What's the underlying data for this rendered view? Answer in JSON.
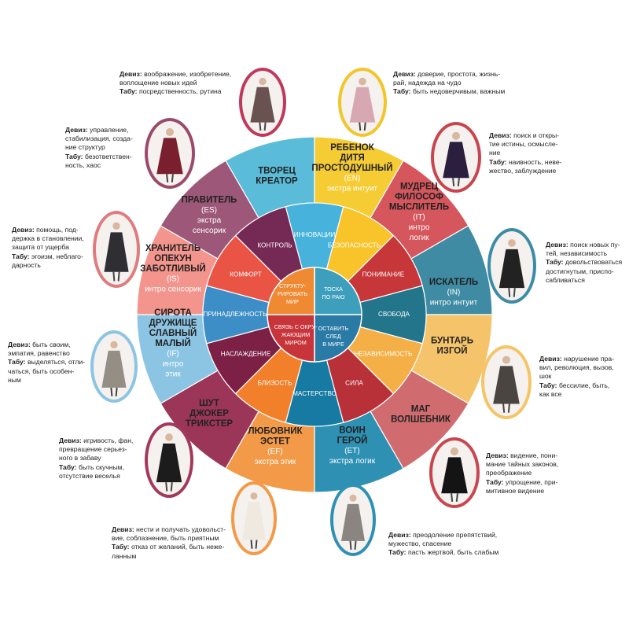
{
  "outer_ring": [
    {
      "id": "creator",
      "color": "#5bbcd9",
      "lines": [
        "ТВОРЕЦ",
        "КРЕАТОР"
      ],
      "code": "",
      "sub": []
    },
    {
      "id": "innocent",
      "color": "#f5cc34",
      "lines": [
        "РЕБЕНОК",
        "ДИТЯ",
        "ПРОСТОДУШНЫЙ"
      ],
      "code": "(EN)",
      "sub": [
        "экстра интуит"
      ]
    },
    {
      "id": "sage",
      "color": "#d5565d",
      "lines": [
        "МУДРЕЦ",
        "ФИЛОСОФ",
        "МЫСЛИТЕЛЬ"
      ],
      "code": "(IT)",
      "sub": [
        "интро",
        "логик"
      ]
    },
    {
      "id": "explorer",
      "color": "#3e8ba3",
      "lines": [
        "ИСКАТЕЛЬ"
      ],
      "code": "(IN)",
      "sub": [
        "интро интуит"
      ]
    },
    {
      "id": "rebel",
      "color": "#f5c46a",
      "lines": [
        "БУНТАРЬ",
        "ИЗГОЙ"
      ],
      "code": "",
      "sub": []
    },
    {
      "id": "magician",
      "color": "#d06c6f",
      "lines": [
        "МАГ",
        "ВОЛШЕБНИК"
      ],
      "code": "",
      "sub": []
    },
    {
      "id": "hero",
      "color": "#2e91b4",
      "lines": [
        "ВОИН",
        "ГЕРОЙ"
      ],
      "code": "(ET)",
      "sub": [
        "экстра логик"
      ]
    },
    {
      "id": "lover",
      "color": "#f39a49",
      "lines": [
        "ЛЮБОВНИК",
        "ЭСТЕТ"
      ],
      "code": "(EF)",
      "sub": [
        "экстра этик"
      ]
    },
    {
      "id": "jester",
      "color": "#9c3658",
      "lines": [
        "ШУТ",
        "ДЖОКЕР",
        "ТРИКСТЕР"
      ],
      "code": "",
      "sub": []
    },
    {
      "id": "orphan",
      "color": "#8cc5e4",
      "lines": [
        "СИРОТА",
        "ДРУЖИЩЕ",
        "СЛАВНЫЙ",
        "МАЛЫЙ"
      ],
      "code": "(IF)",
      "sub": [
        "интро",
        "этик"
      ]
    },
    {
      "id": "caregiver",
      "color": "#f3958d",
      "lines": [
        "ХРАНИТЕЛЬ",
        "ОПЕКУН",
        "ЗАБОТЛИВЫЙ"
      ],
      "code": "(IS)",
      "sub": [
        "интро сенсорик"
      ]
    },
    {
      "id": "ruler",
      "color": "#9c5779",
      "lines": [
        "ПРАВИТЕЛЬ"
      ],
      "code": "(ES)",
      "sub": [
        "экстра",
        "сенсорик"
      ]
    }
  ],
  "inner_ring": [
    {
      "label": "ИННОВАЦИИ",
      "color": "#47b2dc"
    },
    {
      "label": "БЕЗОПАСНОСТЬ",
      "color": "#f8c42a"
    },
    {
      "label": "ПОНИМАНИЕ",
      "color": "#c73638"
    },
    {
      "label": "СВОБОДА",
      "color": "#23758c"
    },
    {
      "label": "НЕЗАВИСИМОСТЬ",
      "color": "#f4b046"
    },
    {
      "label": "СИЛА",
      "color": "#b83038"
    },
    {
      "label": "МАСТЕРСТВО",
      "color": "#167aa2"
    },
    {
      "label": "БЛИЗОСТЬ",
      "color": "#f2802b"
    },
    {
      "label": "НАСЛАЖДЕНИЕ",
      "color": "#7c2045"
    },
    {
      "label": "ПРИНАДЛЕЖНОСТЬ",
      "color": "#3d8ec7"
    },
    {
      "label": "КОМФОРТ",
      "color": "#ea5445"
    },
    {
      "label": "КОНТРОЛЬ",
      "color": "#752a55"
    }
  ],
  "center": [
    {
      "lines": [
        "ТОСКА",
        "ПО РАЮ"
      ],
      "color": "#3d9fbb"
    },
    {
      "lines": [
        "ОСТАВИТЬ",
        "СЛЕД",
        "В МИРЕ"
      ],
      "color": "#2a7aa6"
    },
    {
      "lines": [
        "СВЯЗЬ С ОКРУ-",
        "ЖАЮЩИМ",
        "МИРОМ"
      ],
      "color": "#c7343a"
    },
    {
      "lines": [
        "СТРУКТУ-",
        "РИРОВАТЬ",
        "МИР"
      ],
      "color": "#ef8a33"
    }
  ],
  "labels": {
    "motto": "Девиз:",
    "taboo": "Табу:"
  },
  "notes": [
    {
      "id": "creator",
      "motto": [
        "воображение, изобретение,",
        "воплощение новых идей"
      ],
      "taboo": [
        "посредственность, рутина"
      ],
      "frame": "#c0395d",
      "cloth": "#6a5250"
    },
    {
      "id": "innocent",
      "motto": [
        "доверие, простота, жизнь-",
        "рай, надежда на чудо"
      ],
      "taboo": [
        "быть недоверчивым, важным"
      ],
      "frame": "#f2c52b",
      "cloth": "#d7a7b2"
    },
    {
      "id": "sage",
      "motto": [
        "поиск и откры-",
        "тие истины, осмысле-",
        "ние"
      ],
      "taboo": [
        "наивность, неве-",
        "жество, заблуждение"
      ],
      "frame": "#c8454d",
      "cloth": "#2a1f3e"
    },
    {
      "id": "explorer",
      "motto": [
        "поиск новых пу-",
        "тей, независимость"
      ],
      "taboo": [
        "довольствоваться",
        "достигнутым, приспо-",
        "сабливаться"
      ],
      "frame": "#3d8ba6",
      "cloth": "#222222"
    },
    {
      "id": "rebel",
      "motto": [
        "нарушение пра-",
        "вил, революция, вызов,",
        "шок"
      ],
      "taboo": [
        "бессилие, быть,",
        "как все"
      ],
      "frame": "#f4c467",
      "cloth": "#4a4541"
    },
    {
      "id": "magician",
      "motto": [
        "видение, пони-",
        "мание тайных законов,",
        "преображение"
      ],
      "taboo": [
        "упрощение, при-",
        "митивное видение"
      ],
      "frame": "#c9464f",
      "cloth": "#141414"
    },
    {
      "id": "hero",
      "motto": [
        "преодоление препятствий,",
        "мужество, спасение"
      ],
      "taboo": [
        "пасть жертвой, быть слабым"
      ],
      "frame": "#2e91b4",
      "cloth": "#8a8580"
    },
    {
      "id": "lover",
      "motto": [
        "нести и получать удовольст-",
        "вие, соблазнение, быть приятным"
      ],
      "taboo": [
        "отказ от желаний, быть нежe-",
        "ланным"
      ],
      "frame": "#f39a49",
      "cloth": "#efe9e0"
    },
    {
      "id": "jester",
      "motto": [
        "игривость, фан,",
        "превращение серьез-",
        "ного в забаву"
      ],
      "taboo": [
        "быть скучным,",
        "отсутствие веселья"
      ],
      "frame": "#a2385d",
      "cloth": "#1c1c1c"
    },
    {
      "id": "orphan",
      "motto": [
        "быть своим,",
        "эмпатия, равенство"
      ],
      "taboo": [
        "выделяться, отли-",
        "чаться, быть особен-",
        "ным"
      ],
      "frame": "#8cc5e4",
      "cloth": "#958e85"
    },
    {
      "id": "caregiver",
      "motto": [
        "помощь, под-",
        "держка в становлении,",
        "защита от ущерба"
      ],
      "taboo": [
        "эгоизм, неблаго-",
        "дарность"
      ],
      "frame": "#e07b7d",
      "cloth": "#2f2f33"
    },
    {
      "id": "ruler",
      "motto": [
        "управление,",
        "стабилизация, созда-",
        "ние структур"
      ],
      "taboo": [
        "безответствен-",
        "ность, хаос"
      ],
      "frame": "#9b4a6c",
      "cloth": "#7a1f2d"
    }
  ]
}
